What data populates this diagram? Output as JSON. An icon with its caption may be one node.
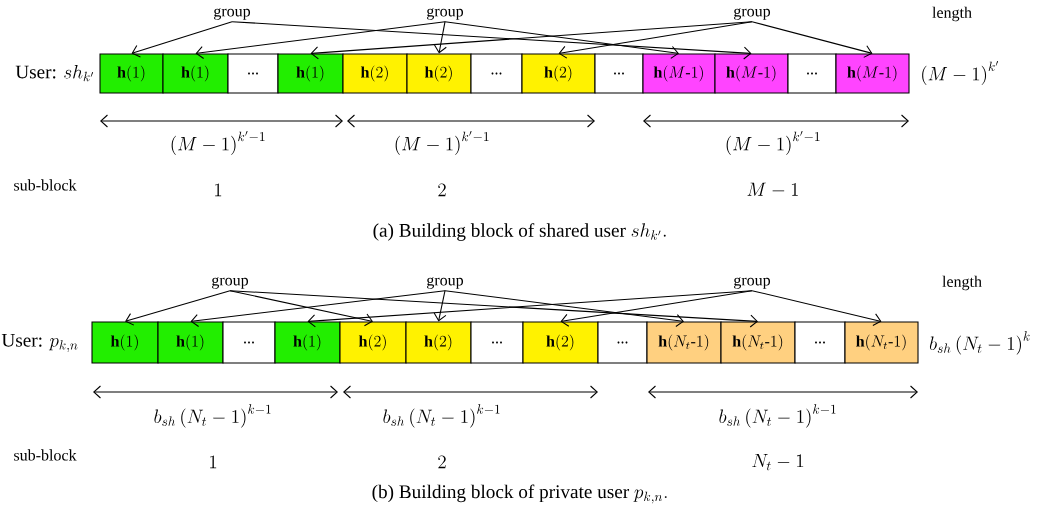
{
  "diagram": {
    "nodes": [
      {
        "text": [
          "group"
        ]
      },
      {
        "text": [
          "group"
        ]
      },
      {
        "text": [
          "group"
        ]
      },
      {
        "text": [
          "\\mathbf{h}(1)"
        ]
      },
      {
        "text": [
          "\\mathbf{h}(1)"
        ]
      },
      {
        "text": [
          "..."
        ]
      },
      {
        "text": [
          "\\mathbf{h}(1)"
        ]
      },
      {
        "text": [
          "\\mathbf{h}(2)"
        ]
      },
      {
        "text": [
          "\\mathbf{h}(2)"
        ]
      },
      {
        "text": [
          "..."
        ]
      },
      {
        "text": [
          "\\mathbf{h}(2)"
        ]
      },
      {
        "text": [
          "..."
        ]
      },
      {
        "text": [
          "\\mathbf{h}(M\\mbox{-}1)"
        ]
      },
      {
        "text": [
          "\\mathbf{h}(M\\mbox{-}1)"
        ]
      },
      {
        "text": [
          "..."
        ]
      },
      {
        "text": [
          "\\mathbf{h}(M\\mbox{-}1)"
        ]
      },
      {
        "text": [
          "group"
        ]
      },
      {
        "text": [
          "group"
        ]
      },
      {
        "text": [
          "group"
        ]
      },
      {
        "text": [
          "\\mathbf{h}(1)"
        ]
      },
      {
        "text": [
          "\\mathbf{h}(1)"
        ]
      },
      {
        "text": [
          "..."
        ]
      },
      {
        "text": [
          "\\mathbf{h}(1)"
        ]
      },
      {
        "text": [
          "\\mathbf{h}(2)"
        ]
      },
      {
        "text": [
          "\\mathbf{h}(2)"
        ]
      },
      {
        "text": [
          "..."
        ]
      },
      {
        "text": [
          "\\mathbf{h}(2)"
        ]
      },
      {
        "text": [
          "..."
        ]
      },
      {
        "text": [
          "\\mathbf{h}(N_t\\mbox{-}1)"
        ]
      },
      {
        "text": [
          "\\mathbf{h}(N_t\\mbox{-}1)"
        ]
      },
      {
        "text": [
          "..."
        ]
      },
      {
        "text": [
          "\\mathbf{h}(N_t\\mbox{-}1)"
        ]
      }
    ],
    "edges": [
      {
        "from": 0,
        "to": 3,
        "arrow": "to"
      },
      {
        "from": 0,
        "to": 13,
        "arrow": "to"
      },
      {
        "from": 1,
        "to": 4,
        "arrow": "to"
      },
      {
        "from": 1,
        "to": 8,
        "arrow": "to"
      },
      {
        "from": 1,
        "to": 12,
        "arrow": "to"
      },
      {
        "from": 2,
        "to": 6,
        "arrow": "to"
      },
      {
        "from": 2,
        "to": 10,
        "arrow": "to"
      },
      {
        "from": 2,
        "to": 15,
        "arrow": "to"
      },
      {
        "from": 16,
        "to": 19,
        "arrow": "to"
      },
      {
        "from": 16,
        "to": 23,
        "arrow": "to"
      },
      {
        "from": 16,
        "to": 29,
        "arrow": "to"
      },
      {
        "from": 17,
        "to": 20,
        "arrow": "to"
      },
      {
        "from": 17,
        "to": 24,
        "arrow": "to"
      },
      {
        "from": 17,
        "to": 28,
        "arrow": "to"
      },
      {
        "from": 18,
        "to": 22,
        "arrow": "to"
      },
      {
        "from": 18,
        "to": 26,
        "arrow": "to"
      },
      {
        "from": 18,
        "to": 31,
        "arrow": "to"
      }
    ],
    "labels": [
      "length",
      "\\mbox{User: }sh_{k'}",
      "\\left(M-1\\right)^{k'}",
      "\\left(M-1\\right)^{k'-1}",
      "\\left(M-1\\right)^{k'-1}",
      "\\left(M-1\\right)^{k'-1}",
      "sub-block",
      "1",
      "2",
      "M-1",
      "\\mbox{(a) Building block of shared user }sh_{k'}.",
      "length",
      "\\mbox{User: }p_{k,n}",
      "b_{sh}\\left(N_t-1\\right)^{k}",
      "b_{sh}\\left(N_t-1\\right)^{k-1}",
      "b_{sh}\\left(N_t-1\\right)^{k-1}",
      "b_{sh}\\left(N_t-1\\right)^{k-1}",
      "sub-block",
      "1",
      "2",
      "N_t-1",
      "\\mbox{(b) Building block of private user }p_{k,n}."
    ]
  }
}
